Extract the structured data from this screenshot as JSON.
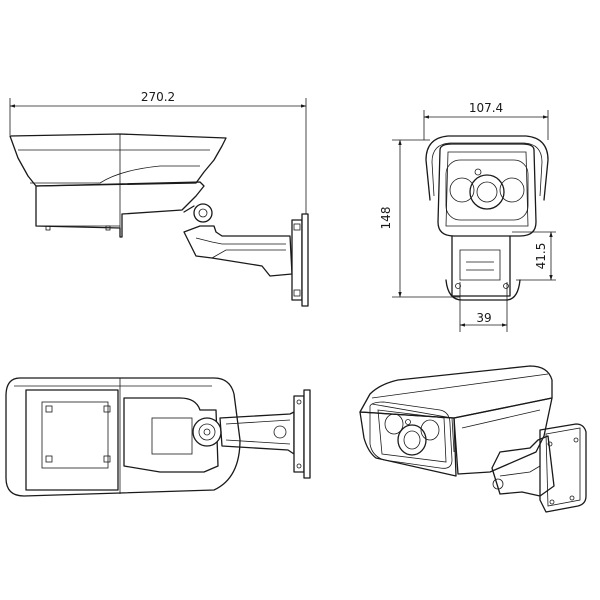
{
  "dimensions": {
    "overall_length": "270.2",
    "front_width": "107.4",
    "front_height": "148",
    "bracket_height": "41.5",
    "bracket_width": "39"
  },
  "colors": {
    "line": "#1a1a1a",
    "background": "#ffffff"
  }
}
